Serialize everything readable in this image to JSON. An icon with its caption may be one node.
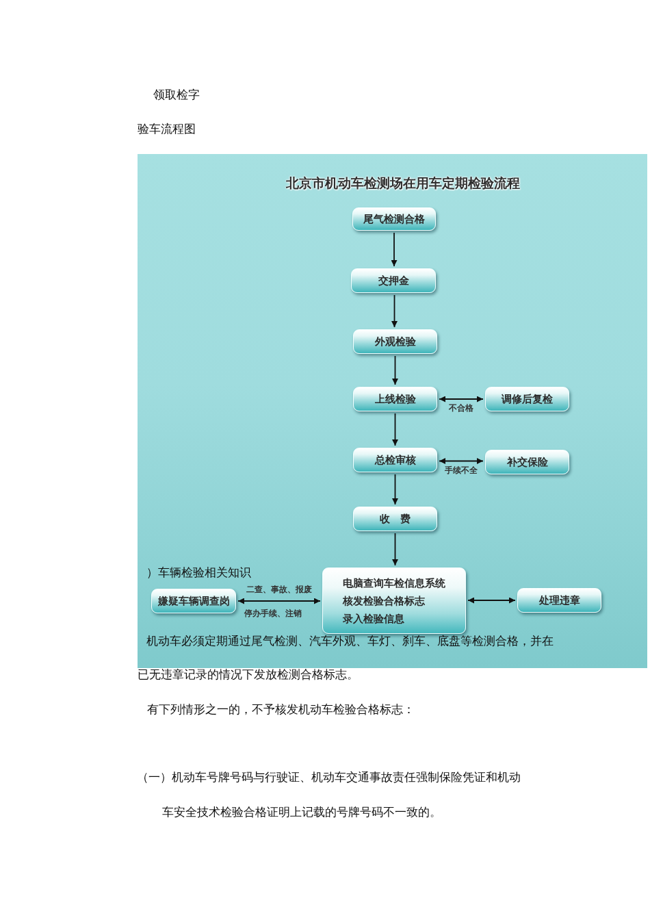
{
  "diagram": {
    "title": "北京市机动车检测场在用车定期检验流程",
    "nodes": [
      {
        "text": [
          "尾气检测合格"
        ]
      },
      {
        "text": [
          "交押金"
        ]
      },
      {
        "text": [
          "外观检验"
        ]
      },
      {
        "text": [
          "上线检验"
        ]
      },
      {
        "text": [
          "调修后复检"
        ]
      },
      {
        "text": [
          "总检审核"
        ]
      },
      {
        "text": [
          "补交保险"
        ]
      },
      {
        "text": [
          "收　费"
        ]
      },
      {
        "text": [
          "电脑查询车检信息系统",
          "核发检验合格标志",
          "录入检验信息"
        ]
      },
      {
        "text": [
          "嫌疑车辆调查岗"
        ]
      },
      {
        "text": [
          "处理违章"
        ]
      }
    ],
    "edges": [
      {
        "from": 0,
        "to": 1,
        "arrow": "to"
      },
      {
        "from": 1,
        "to": 2,
        "arrow": "to"
      },
      {
        "from": 2,
        "to": 3,
        "arrow": "to"
      },
      {
        "from": 3,
        "to": 4,
        "arrow": "both",
        "label": "不合格"
      },
      {
        "from": 3,
        "to": 5,
        "arrow": "to"
      },
      {
        "from": 5,
        "to": 6,
        "arrow": "both",
        "label": "手续不全"
      },
      {
        "from": 5,
        "to": 7,
        "arrow": "to"
      },
      {
        "from": 7,
        "to": 8,
        "arrow": "to"
      },
      {
        "from": 9,
        "to": 8,
        "arrow": "both",
        "label": "二查、事故、报废"
      },
      {
        "from": 8,
        "to": 10,
        "arrow": "both"
      }
    ],
    "labels": [
      "领取检字",
      "验车流程图",
      "）车辆检验相关知识",
      "停办手续、注销",
      "机动车必须定期通过尾气检测、汽车外观、车灯、刹车、底盘等检测合格，并在",
      "已无违章记录的情况下发放检测合格标志。",
      "有下列情形之一的，不予核发机动车检验合格标志：",
      "（一）机动车号牌号码与行驶证、机动车交通事故责任强制保险凭证和机动",
      "车安全技术检验合格证明上记载的号牌号码不一致的。"
    ]
  }
}
